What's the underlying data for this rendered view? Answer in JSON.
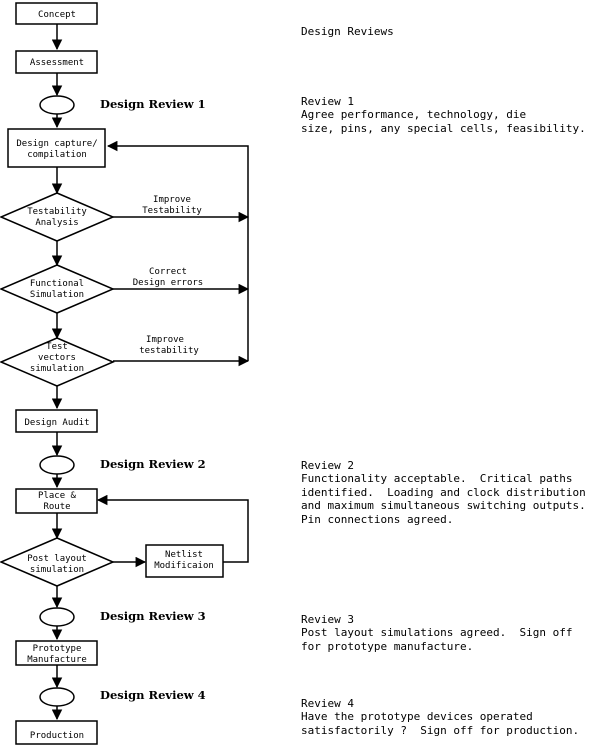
{
  "flow": {
    "concept": "Concept",
    "assessment": "Assessment",
    "design_capture": [
      "Design capture/",
      "compilation"
    ],
    "testability": [
      "Testability",
      "Analysis"
    ],
    "functional": [
      "Functional",
      "Simulation"
    ],
    "test_vectors": [
      "Test",
      "vectors",
      "simulation"
    ],
    "design_audit": "Design Audit",
    "place_route": [
      "Place &",
      "Route"
    ],
    "post_layout": [
      "Post layout",
      "simulation"
    ],
    "netlist": [
      "Netlist",
      "Modificaion"
    ],
    "prototype": [
      "Prototype",
      "Manufacture"
    ],
    "production": "Production",
    "improve_testability_1": [
      "Improve",
      "Testability"
    ],
    "correct_errors": [
      "Correct",
      "Design errors"
    ],
    "improve_testability_2": [
      "Improve",
      "testability"
    ],
    "design_review_1": "Design Review 1",
    "design_review_2": "Design Review 2",
    "design_review_3": "Design Review 3",
    "design_review_4": "Design Review 4"
  },
  "notes": {
    "heading": "Design Reviews",
    "review1": "Review 1\nAgree performance, technology, die\nsize, pins, any special cells, feasibility.",
    "review2": "Review 2\nFunctionality acceptable.  Critical paths\nidentified.  Loading and clock distribution\nand maximum simultaneous switching outputs.\nPin connections agreed.",
    "review3": "Review 3\nPost layout simulations agreed.  Sign off\nfor prototype manufacture.",
    "review4": "Review 4\nHave the prototype devices operated\nsatisfactorily ?  Sign off for production."
  }
}
